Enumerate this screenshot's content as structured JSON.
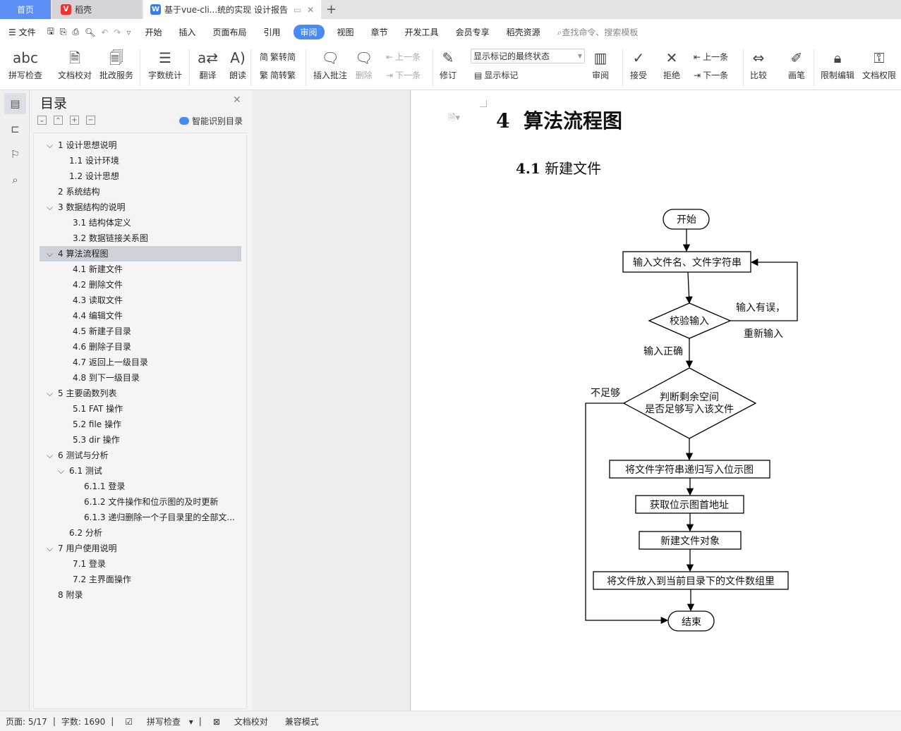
{
  "tabs": {
    "home": "首页",
    "daoke": "稻壳",
    "doc": "基于vue-cli...统的实现 设计报告",
    "new": "+"
  },
  "menu": {
    "file": "文件",
    "items": [
      "开始",
      "插入",
      "页面布局",
      "引用",
      "审阅",
      "视图",
      "章节",
      "开发工具",
      "会员专享",
      "稻壳资源"
    ],
    "active": "审阅",
    "search": "查找命令、搜索模板"
  },
  "ribbon": {
    "spell": "拼写检查",
    "proof": "文档校对",
    "correct": "批改服务",
    "wordcount": "字数统计",
    "translate": "翻译",
    "read": "朗读",
    "t2s": "繁转简",
    "s2t": "简转繁",
    "insert_comment": "插入批注",
    "delete": "删除",
    "prev": "上一条",
    "next": "下一条",
    "revise": "修订",
    "markup_select": "显示标记的最终状态",
    "show_markup": "显示标记",
    "review": "审阅",
    "accept": "接受",
    "reject": "拒绝",
    "prev2": "上一条",
    "next2": "下一条",
    "compare": "比较",
    "pen": "画笔",
    "restrict": "限制编辑",
    "perm": "文档权限"
  },
  "toc": {
    "title": "目录",
    "smart": "智能识别目录",
    "items": [
      {
        "t": "1  设计思想说明",
        "l": 0,
        "c": true
      },
      {
        "t": "1.1  设计环境",
        "l": 1
      },
      {
        "t": "1.2  设计思想",
        "l": 1
      },
      {
        "t": "2  系统结构",
        "l": 0
      },
      {
        "t": "3  数据结构的说明",
        "l": 0,
        "c": true
      },
      {
        "t": "3.1  结构体定义",
        "l": 2
      },
      {
        "t": "3.2  数据链接关系图",
        "l": 2
      },
      {
        "t": "4  算法流程图",
        "l": 0,
        "c": true,
        "s": true
      },
      {
        "t": "4.1 新建文件",
        "l": 2
      },
      {
        "t": "4.2 删除文件",
        "l": 2
      },
      {
        "t": "4.3  读取文件",
        "l": 2
      },
      {
        "t": "4.4  编辑文件",
        "l": 2
      },
      {
        "t": "4.5  新建子目录",
        "l": 2
      },
      {
        "t": "4.6  删除子目录",
        "l": 2
      },
      {
        "t": "4.7 返回上一级目录",
        "l": 2
      },
      {
        "t": "4.8  到下一级目录",
        "l": 2
      },
      {
        "t": "5  主要函数列表",
        "l": 0,
        "c": true
      },
      {
        "t": "5.1 FAT 操作",
        "l": 2
      },
      {
        "t": "5.2 file 操作",
        "l": 2
      },
      {
        "t": "5.3 dir 操作",
        "l": 2
      },
      {
        "t": "6  测试与分析",
        "l": 0,
        "c": true
      },
      {
        "t": "6.1  测试",
        "l": 1,
        "c": true
      },
      {
        "t": "6.1.1  登录",
        "l": 3
      },
      {
        "t": "6.1.2  文件操作和位示图的及时更新",
        "l": 3
      },
      {
        "t": "6.1.3  递归删除一个子目录里的全部文...",
        "l": 3
      },
      {
        "t": "6.2  分析",
        "l": 1
      },
      {
        "t": "7  用户使用说明",
        "l": 0,
        "c": true
      },
      {
        "t": "7.1 登录",
        "l": 2
      },
      {
        "t": "7.2 主界面操作",
        "l": 2
      },
      {
        "t": "8  附录",
        "l": 0
      }
    ]
  },
  "doc": {
    "h1_num": "4",
    "h1": "算法流程图",
    "h2_num": "4.1",
    "h2": "新建文件",
    "flow": {
      "start": "开始",
      "input": "输入文件名、文件字符串",
      "check": "校验输入",
      "err1": "输入有误，",
      "err2": "重新输入",
      "ok": "输入正确",
      "judge1": "判断剩余空间",
      "judge2": "是否足够写入该文件",
      "insufficient": "不足够",
      "s1": "将文件字符串递归写入位示图",
      "s2": "获取位示图首地址",
      "s3": "新建文件对象",
      "s4": "将文件放入到当前目录下的文件数组里",
      "end": "结束"
    }
  },
  "status": {
    "page": "页面: 5/17",
    "words": "字数: 1690",
    "spell": "拼写检查",
    "proof": "文档校对",
    "compat": "兼容模式"
  }
}
